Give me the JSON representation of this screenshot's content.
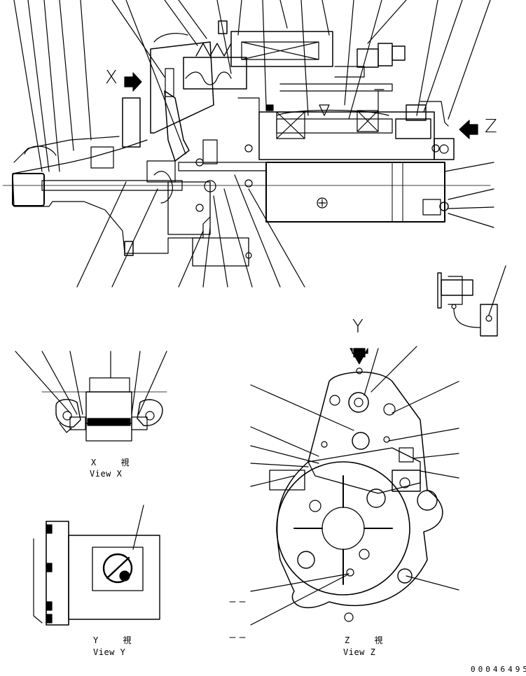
{
  "view_marks": {
    "x": "X",
    "y": "Y",
    "z": "Z"
  },
  "captions": {
    "view_x_jp": "X 視",
    "view_x_en": "View X",
    "view_y_jp": "Y 視",
    "view_y_en": "View Y",
    "view_z_jp": "Z 視",
    "view_z_en": "View Z"
  },
  "drawing_number": "00046495"
}
